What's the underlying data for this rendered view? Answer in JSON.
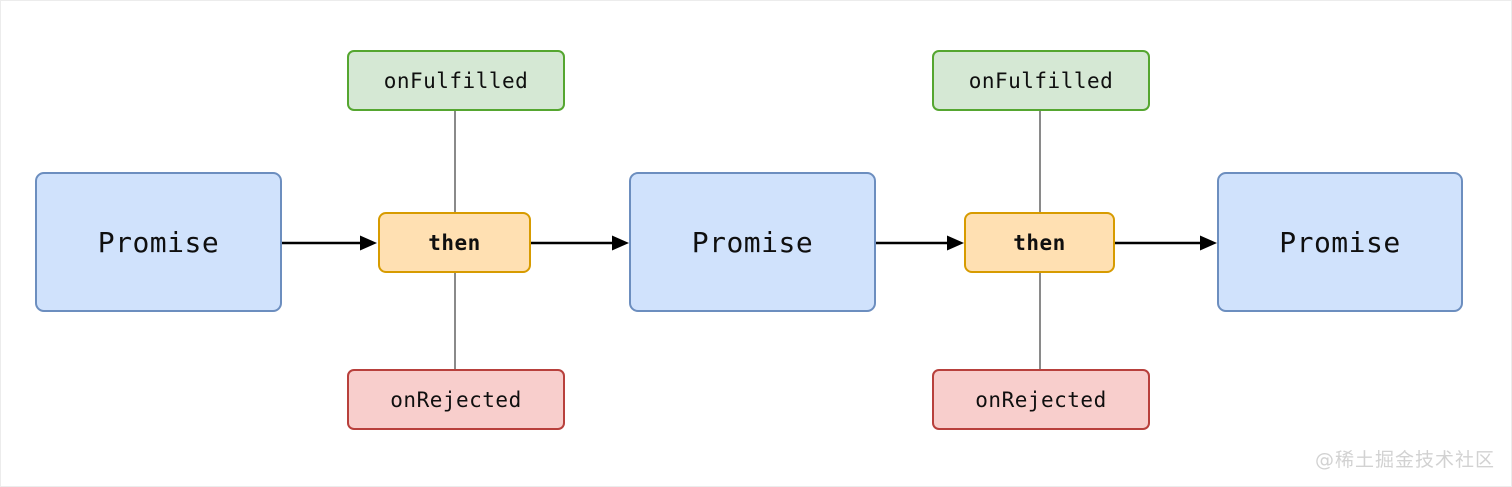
{
  "diagram": {
    "title": "Promise then chaining diagram",
    "background_color": "#ffffff",
    "colors": {
      "promise_fill": "#d0e2fc",
      "promise_border": "#6c8ebf",
      "then_fill": "#ffe0b2",
      "then_border": "#d79b00",
      "fulfilled_fill": "#d5e8d4",
      "fulfilled_border": "#55a630",
      "rejected_fill": "#f8cecc",
      "rejected_border": "#b8403c",
      "connector_line": "#8a8a8a",
      "arrow": "#000000",
      "watermark": "#d2d2d2"
    },
    "nodes": {
      "promise_1": "Promise",
      "promise_2": "Promise",
      "promise_3": "Promise",
      "then_1": "then",
      "then_2": "then",
      "on_fulfilled_1": "onFulfilled",
      "on_rejected_1": "onRejected",
      "on_fulfilled_2": "onFulfilled",
      "on_rejected_2": "onRejected"
    },
    "watermark": "@稀土掘金技术社区"
  }
}
